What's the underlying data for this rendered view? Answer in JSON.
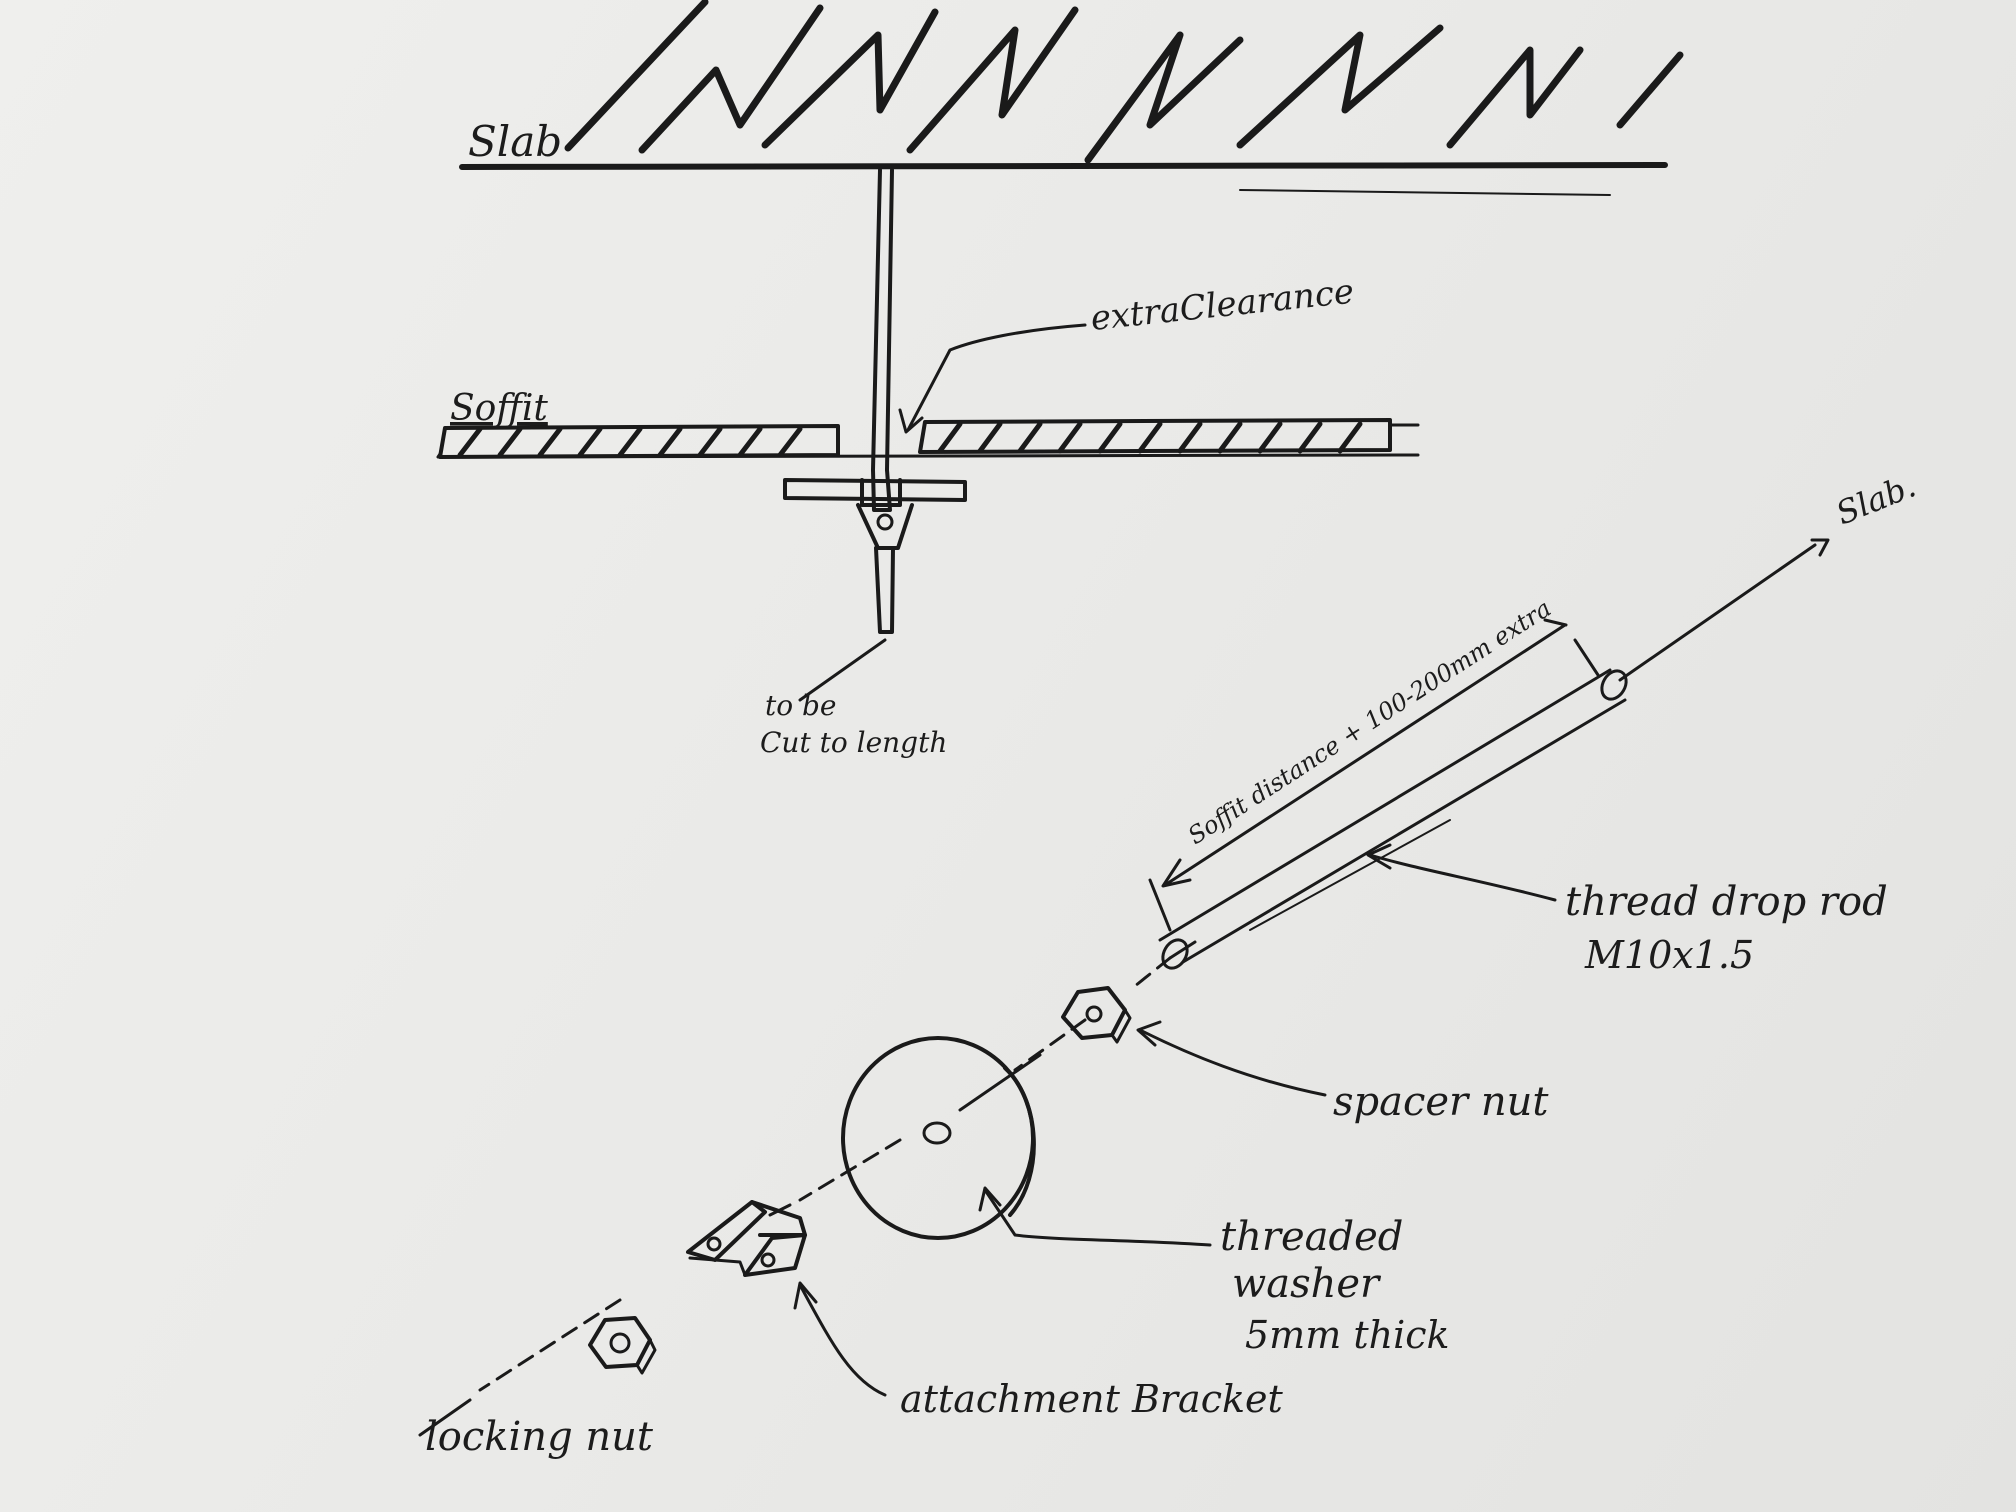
{
  "labels": {
    "slab_top": "Slab",
    "soffit": "Soffit",
    "extra_clearance": "extraClearance",
    "cut_line1": "to be",
    "cut_line2": "Cut to length",
    "slab_arrow": "Slab.",
    "dimension": "Soffit distance + 100-200mm extra",
    "rod_line1": "thread drop rod",
    "rod_line2": "M10x1.5",
    "spacer_nut": "spacer nut",
    "washer_line1": "threaded",
    "washer_line2": "washer",
    "washer_line3": "5mm thick",
    "bracket": "attachment Bracket",
    "locking_nut": "locking nut"
  },
  "colors": {
    "ink": "#1a1a1a",
    "paper": "#ecece9"
  }
}
